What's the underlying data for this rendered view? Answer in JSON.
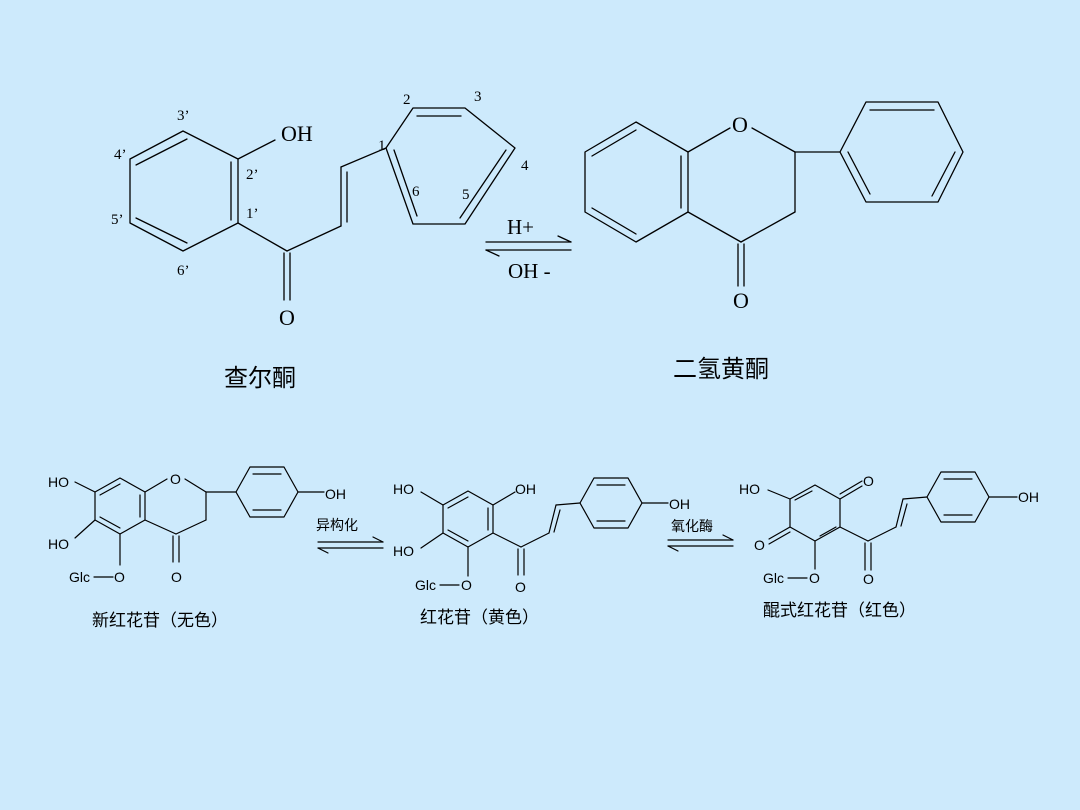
{
  "top": {
    "chalcone_name": "查尔酮",
    "flavanone_name": "二氢黄酮",
    "oh": "OH",
    "o": "O",
    "acid_label": "H+",
    "base_label": "OH -",
    "num_2": "2",
    "num_3": "3",
    "num_4": "4",
    "num_5": "5",
    "num_6": "6",
    "num_1": "1",
    "num_3p": "3’",
    "num_4p": "4’",
    "num_5p": "5’",
    "num_6p": "6’",
    "num_2p": "2’",
    "num_1p": "1’"
  },
  "bottom": {
    "name_a": "新红花苷（无色）",
    "name_b": "红花苷（黄色）",
    "name_c": "醌式红花苷（红色）",
    "arrow_ab_label": "异构化",
    "arrow_bc_label": "氧化酶",
    "ho": "HO",
    "oh": "OH",
    "o": "O",
    "glc": "Glc"
  }
}
